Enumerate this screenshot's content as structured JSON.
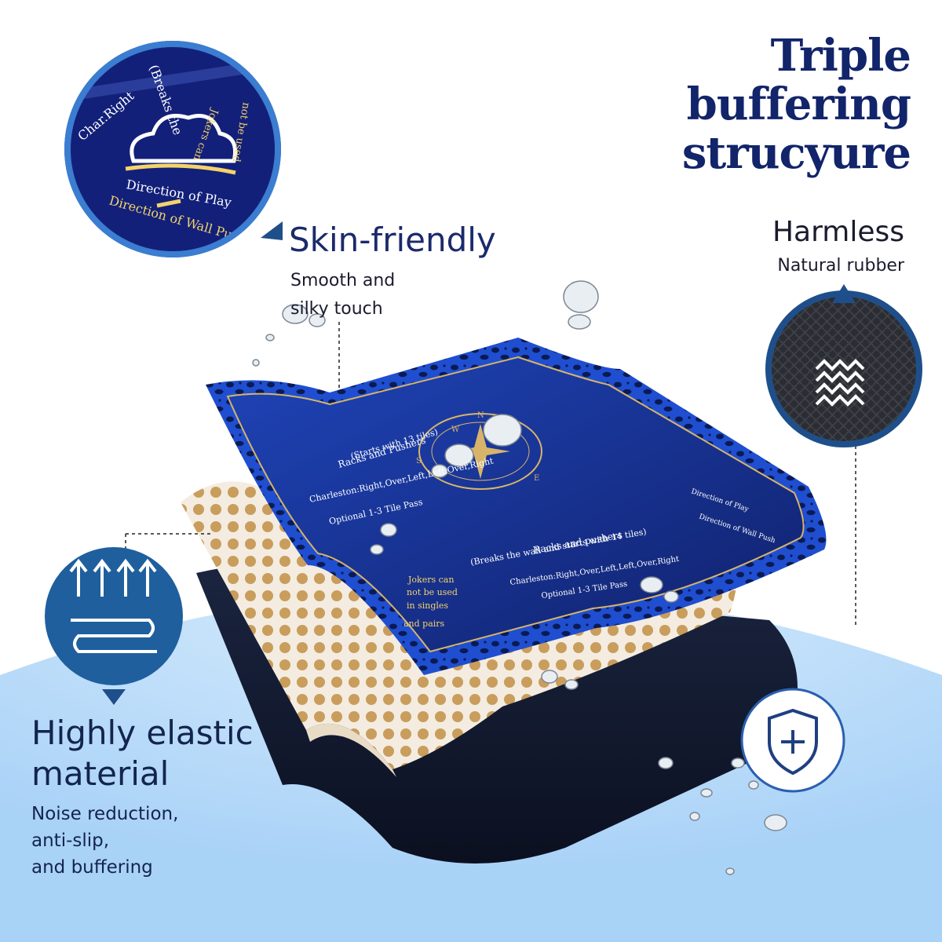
{
  "headline": {
    "line1": "Triple",
    "line2": "buffering",
    "line3": "strucyure"
  },
  "features": {
    "skin": {
      "title": "Skin-friendly",
      "desc1": "Smooth and",
      "desc2": "silky touch"
    },
    "harmless": {
      "title": "Harmless",
      "desc": "Natural rubber"
    },
    "elastic": {
      "title1": "Highly elastic",
      "title2": "material",
      "desc1": "Noise reduction,",
      "desc2": "anti-slip,",
      "desc3": "and buffering"
    }
  },
  "zoom_inset": {
    "texts": [
      "Direction of Play",
      "Direction of Wall Push",
      "Jokers can",
      "(Breaks the",
      "Char.Right",
      "not be used"
    ]
  },
  "mat_print": {
    "center_top_a": "Racks and Pushers",
    "center_top_b": "(Starts with 13 tiles)",
    "charleston": "Charleston:Right,Over,Left,Left,Over,Right",
    "optional": "Optional 1-3 Tile Pass",
    "breaks": "(Breaks the wall and starts with 14 tiles)",
    "racks_pushers_b": "Racks and pushers",
    "dir_play": "Direction of Play",
    "dir_wall": "Direction of Wall Push",
    "jokers1": "Jokers can",
    "jokers2": "not be used",
    "jokers3": "in singles",
    "jokers4": "and pairs",
    "compass_n": "N",
    "compass_e": "E",
    "compass_s": "S",
    "compass_w": "W"
  },
  "icons": {
    "cloud": "cloud-icon",
    "fabric": "fabric-texture-icon",
    "elastic": "elastic-arrows-icon",
    "shield": "shield-plus-icon"
  },
  "colors": {
    "navy": "#12246a",
    "mat_blue": "#1e3a9a",
    "light_blue": "#bfe0fb",
    "accent": "#1f5f9e",
    "gold": "#d7b46a"
  }
}
